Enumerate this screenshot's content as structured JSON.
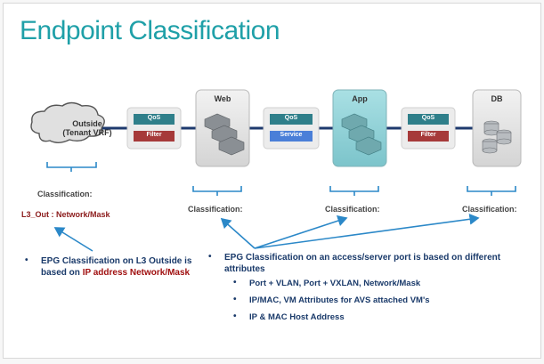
{
  "title": "Endpoint Classification",
  "outside": {
    "line1": "Outside",
    "line2": "(Tenant VRF)"
  },
  "epgs": {
    "web": "Web",
    "app": "App",
    "db": "DB"
  },
  "contracts": {
    "c1": {
      "top": "QoS",
      "bottom": "Filter"
    },
    "c2": {
      "top": "QoS",
      "bottom": "Service"
    },
    "c3": {
      "top": "QoS",
      "bottom": "Filter"
    }
  },
  "classification": {
    "outside": "Classification:",
    "outside_value": "L3_Out : Network/Mask",
    "web": "Classification:",
    "app": "Classification:",
    "db": "Classification:"
  },
  "left_bullet": {
    "mark": "•",
    "text_before": "EPG Classification on L3 Outside is based on ",
    "highlight": "IP address Network/Mask"
  },
  "right_bullet": {
    "mark": "•",
    "text": "EPG Classification on an access/server port is based on different attributes",
    "subs": [
      "Port + VLAN, Port + VXLAN, Network/Mask",
      "IP/MAC, VM Attributes for AVS attached VM's",
      "IP & MAC Host Address"
    ]
  },
  "colors": {
    "title": "#1fa0a8",
    "accent_red": "#a01010",
    "qos_teal": "#2f7f8a",
    "filter_red": "#a63a3a",
    "service_blue": "#4a7fd8",
    "arrow_blue": "#2b88c8"
  }
}
